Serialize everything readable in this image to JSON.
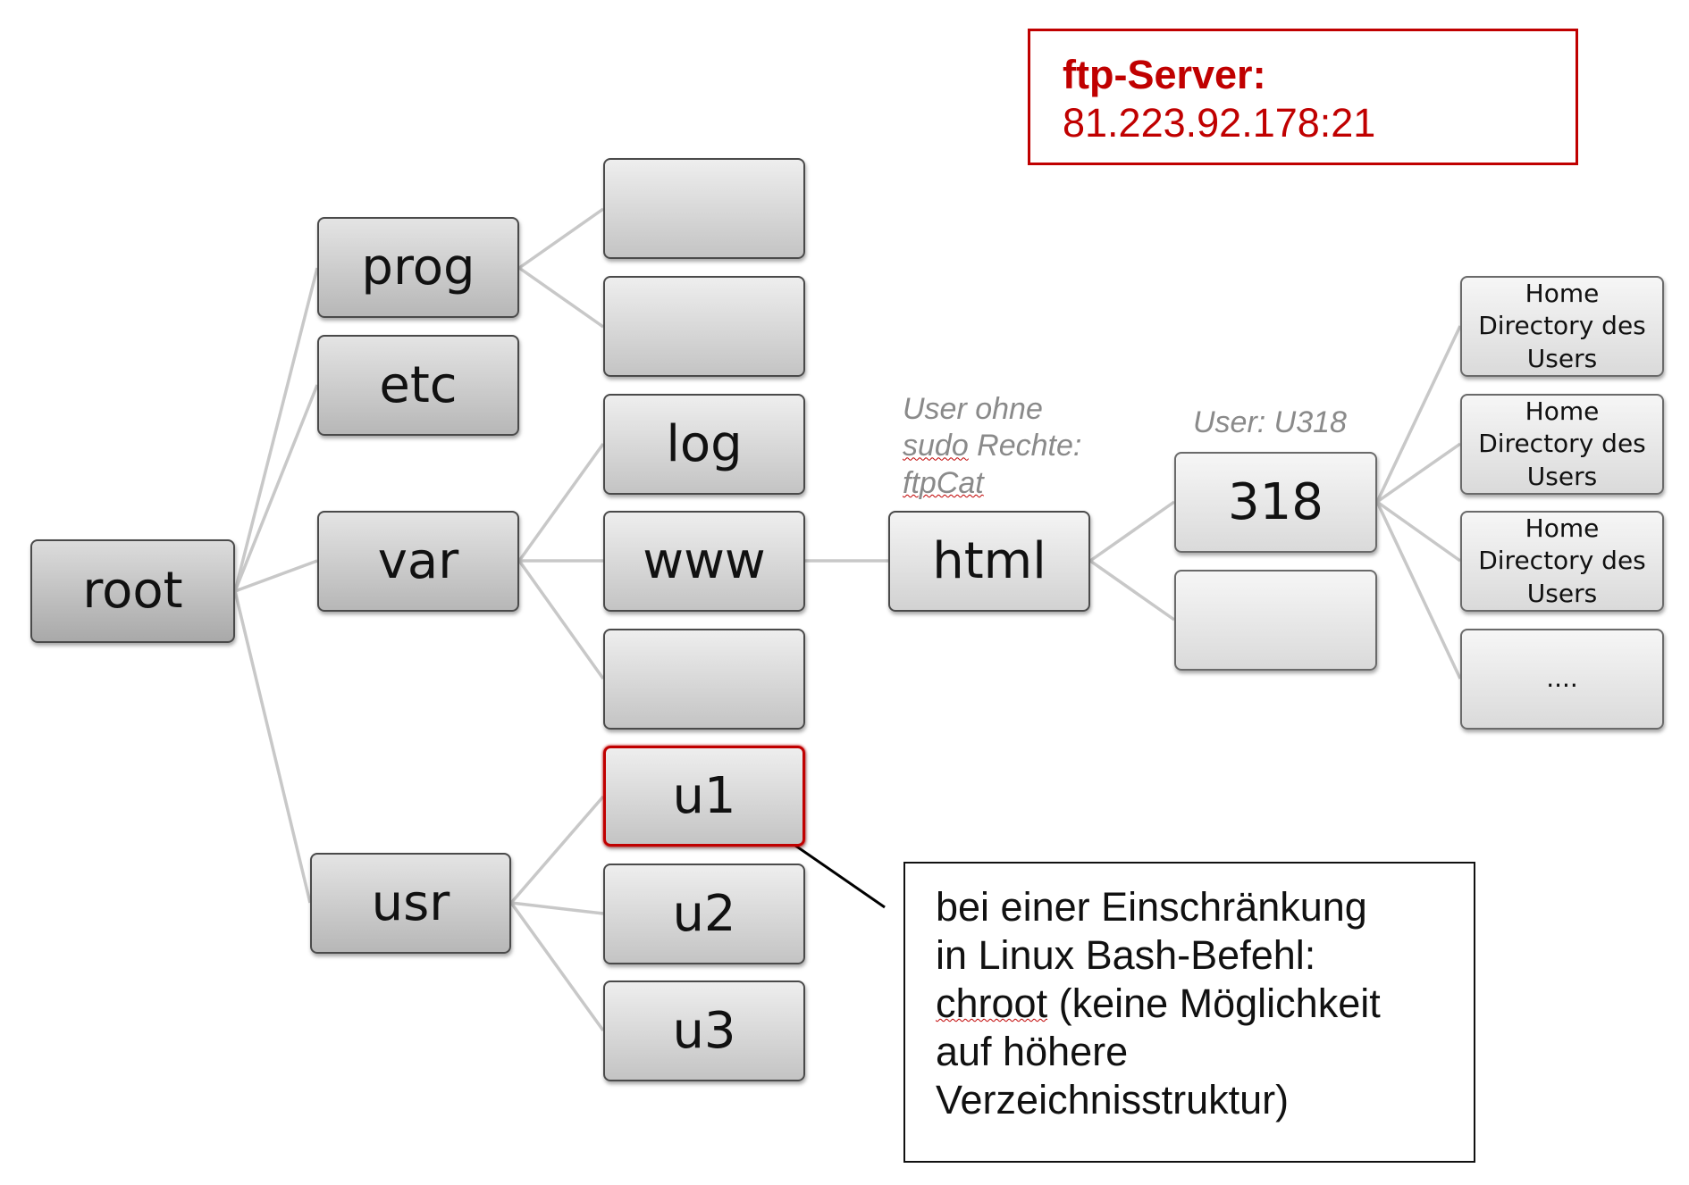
{
  "diagram": {
    "nodes": {
      "root": "root",
      "prog": "prog",
      "etc": "etc",
      "var": "var",
      "usr": "usr",
      "prog_child1": "",
      "prog_child2": "",
      "log": "log",
      "www": "www",
      "var_child4": "",
      "u1": "u1",
      "u2": "u2",
      "u3": "u3",
      "html": "html",
      "n318": "318",
      "html_child2": "",
      "home1": "Home Directory des Users",
      "home2": "Home Directory des Users",
      "home3": "Home Directory des Users",
      "home4": "...."
    },
    "labels": {
      "html_user": {
        "line1": "User ohne",
        "line2_underlined": "sudo",
        "line2_rest": " Rechte:",
        "line3_underlined": "ftpCat"
      },
      "n318_user": "User: U318"
    },
    "ftp_server": {
      "title": "ftp-Server:",
      "address": "81.223.92.178:21"
    },
    "note": {
      "line1": "bei einer Einschränkung",
      "line2": "in Linux Bash-Befehl:",
      "line3_underlined": "chroot",
      "line3_rest": " (keine Möglichkeit",
      "line4": "auf höhere",
      "line5": "Verzeichnisstruktur)"
    },
    "colors": {
      "accent_red": "#c00000",
      "connector_gray": "#c8c8c8",
      "label_gray": "#8a8a8a"
    }
  }
}
